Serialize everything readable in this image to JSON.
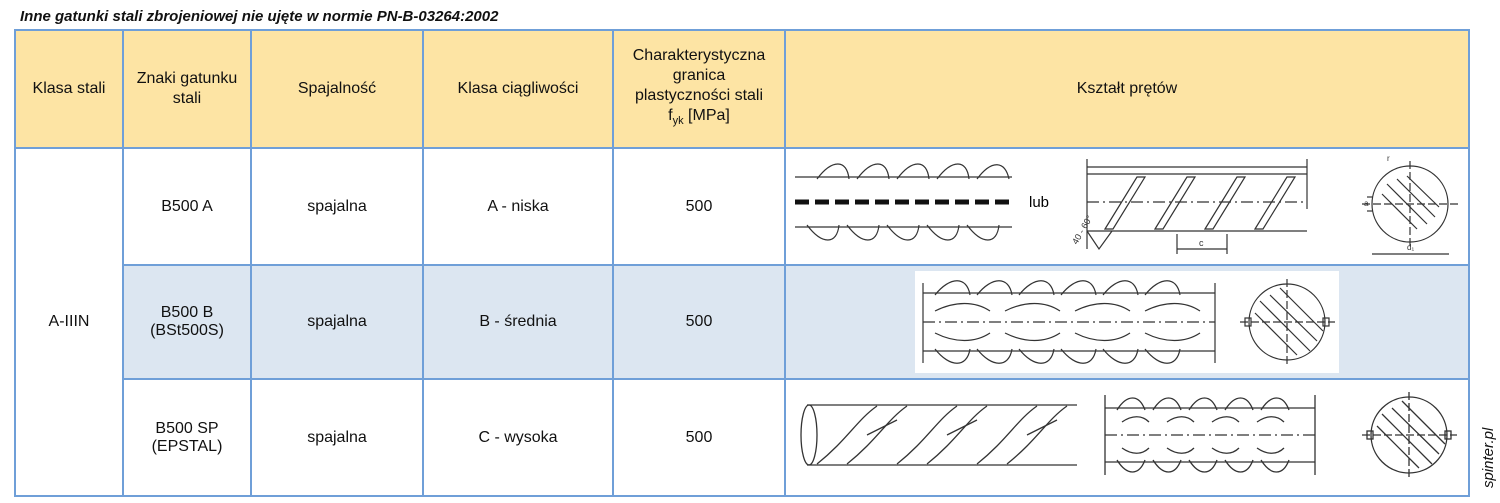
{
  "title": "Inne gatunki stali zbrojeniowej nie ujęte w normie PN-B-03264:2002",
  "headers": {
    "klasa_stali": "Klasa stali",
    "znaki_line1": "Znaki gatunku",
    "znaki_line2": "stali",
    "spajalnosc": "Spajalność",
    "klasa_ciagliwosci": "Klasa ciągliwości",
    "char_line1": "Charakterystyczna",
    "char_line2": "granica",
    "char_line3": "plastyczności stali",
    "char_f": "f",
    "char_sub": "yk",
    "char_unit": " [MPa]",
    "ksztalt": "Kształt prętów"
  },
  "klasa_value": "A-IIIN",
  "rows": [
    {
      "znak1": "B500 A",
      "znak2": "",
      "spajalnosc": "spajalna",
      "ciagliwosc": "A - niska",
      "fyk": "500"
    },
    {
      "znak1": "B500 B",
      "znak2": "(BSt500S)",
      "spajalnosc": "spajalna",
      "ciagliwosc": "B - średnia",
      "fyk": "500"
    },
    {
      "znak1": "B500 SP",
      "znak2": "(EPSTAL)",
      "spajalnosc": "spajalna",
      "ciagliwosc": "C - wysoka",
      "fyk": "500"
    }
  ],
  "drawing_labels": {
    "lub": "lub",
    "angle": "40 - 60°",
    "c": "c",
    "a": "a",
    "d": "d₁",
    "r": "r"
  },
  "watermark": "spinter.pl"
}
